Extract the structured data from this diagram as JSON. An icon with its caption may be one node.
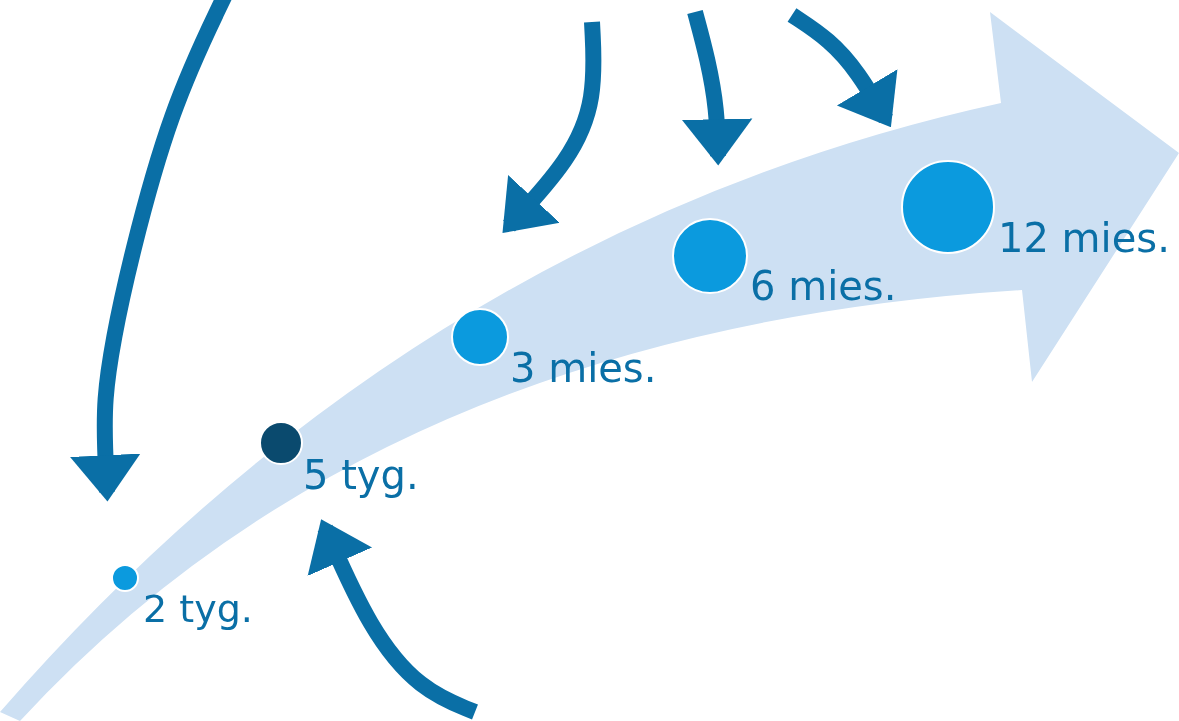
{
  "diagram": {
    "nodes": [
      {
        "text": [],
        "shape": "circle",
        "beside": [
          "2 tyg."
        ]
      },
      {
        "text": [],
        "shape": "circle",
        "beside": [
          "5 tyg."
        ]
      },
      {
        "text": [],
        "shape": "circle",
        "beside": [
          "3 mies."
        ]
      },
      {
        "text": [],
        "shape": "circle",
        "beside": [
          "6 mies."
        ]
      },
      {
        "text": [],
        "shape": "circle",
        "beside": [
          "12 mies."
        ]
      }
    ],
    "edges": [
      {
        "from": null,
        "to": 0,
        "arrow": "to"
      },
      {
        "from": null,
        "to": 1,
        "arrow": "to"
      },
      {
        "from": null,
        "to": 2,
        "arrow": "to"
      },
      {
        "from": null,
        "to": 3,
        "arrow": "to"
      },
      {
        "from": null,
        "to": 4,
        "arrow": "to"
      }
    ]
  }
}
